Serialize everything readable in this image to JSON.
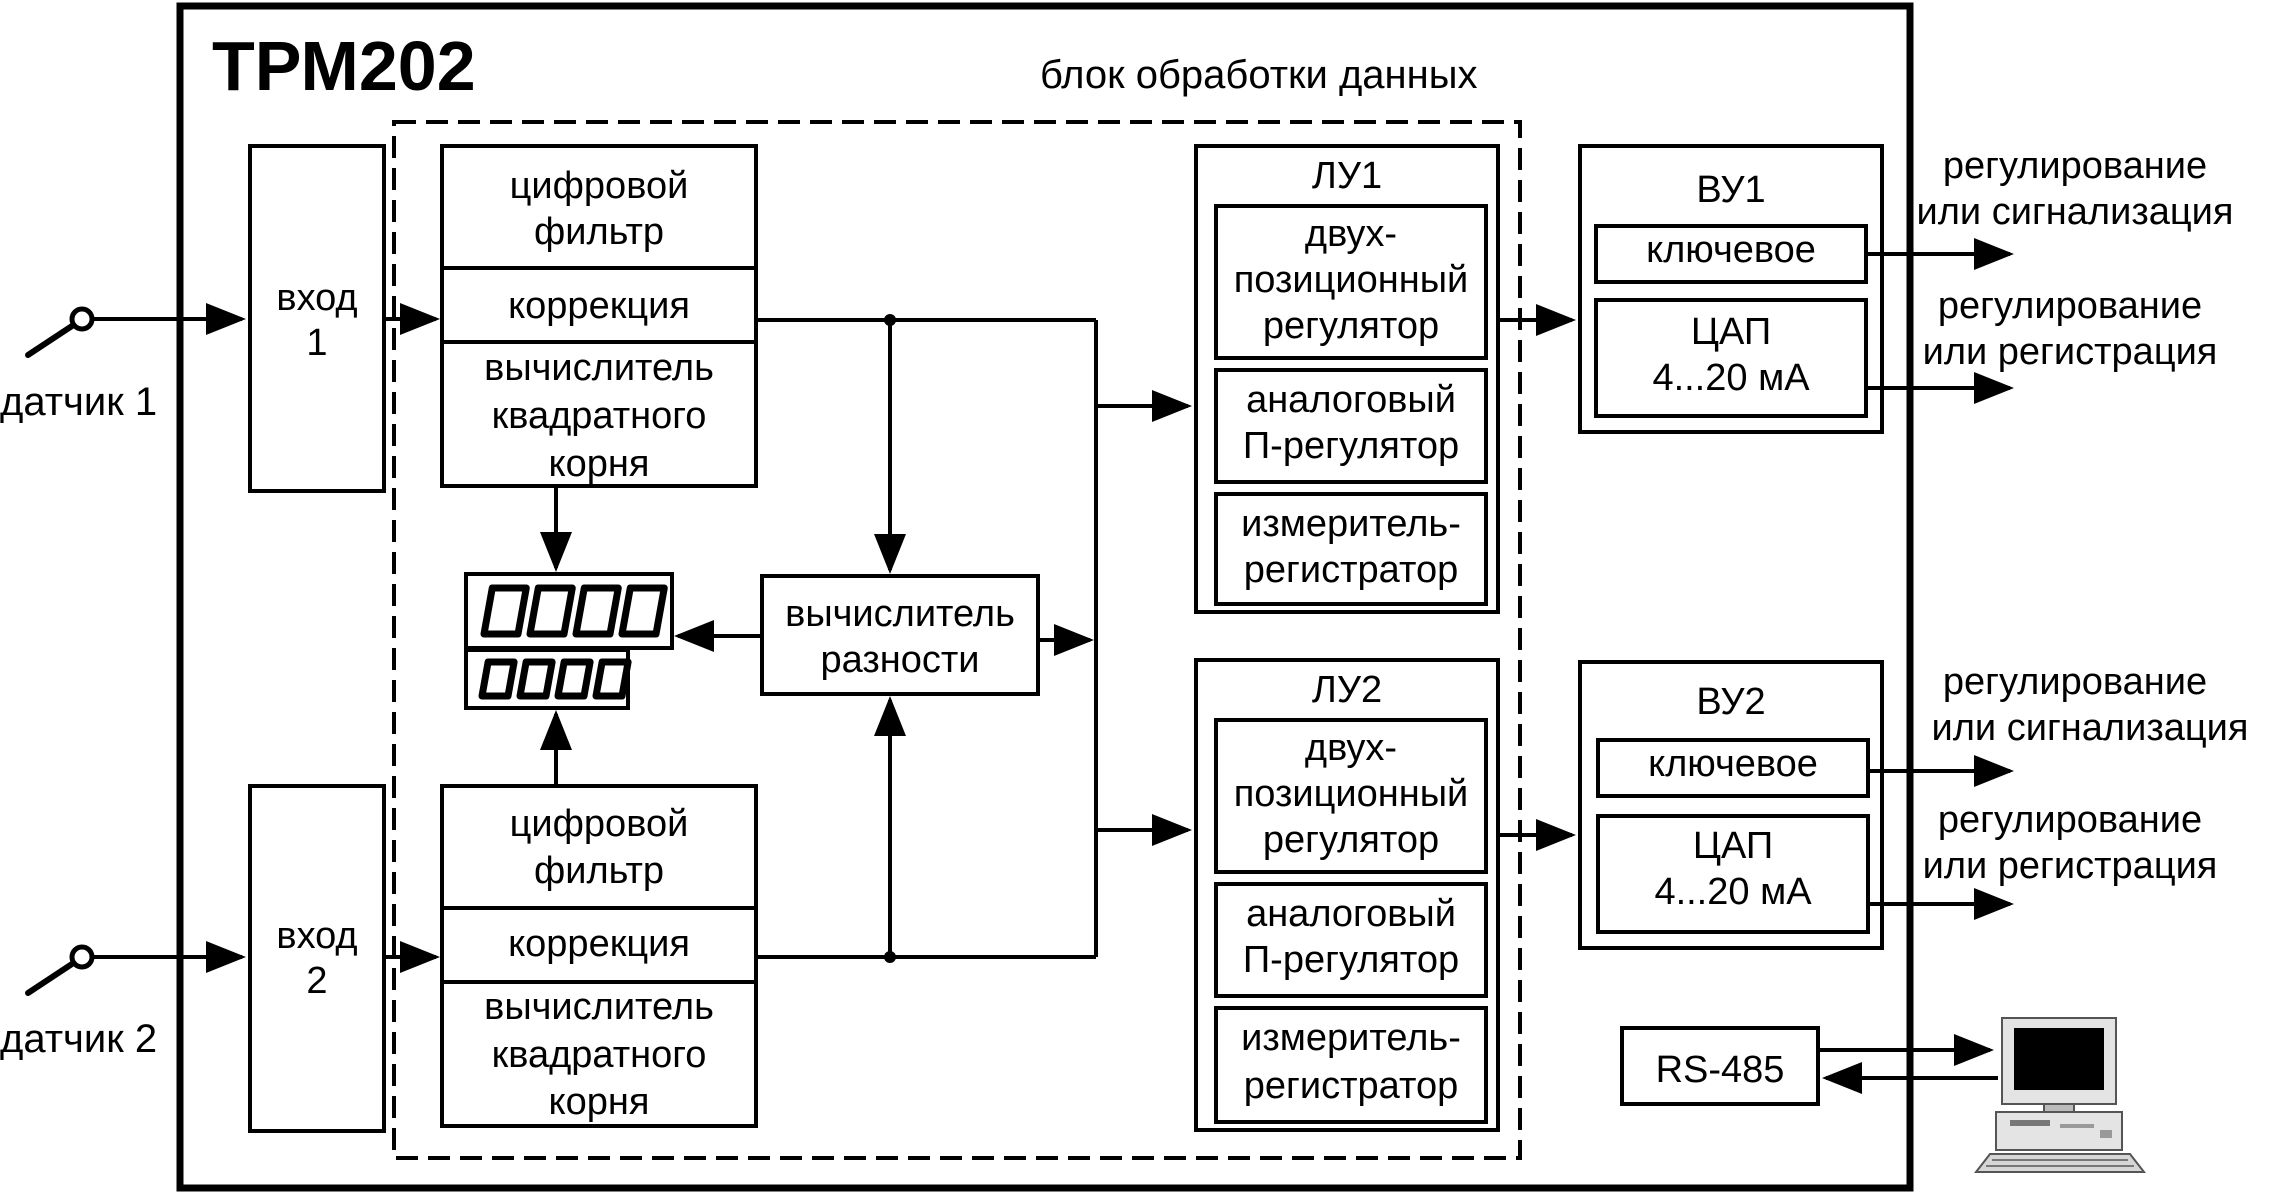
{
  "device": {
    "title": "ТРМ202"
  },
  "processing_block": {
    "label": "блок обработки данных"
  },
  "sensors": [
    {
      "label": "датчик 1"
    },
    {
      "label": "датчик 2"
    }
  ],
  "inputs": [
    {
      "line1": "вход",
      "line2": "1"
    },
    {
      "line1": "вход",
      "line2": "2"
    }
  ],
  "channels": [
    {
      "filter": {
        "line1": "цифровой",
        "line2": "фильтр"
      },
      "correction": "коррекция",
      "sqrt": {
        "line1": "вычислитель",
        "line2": "квадратного",
        "line3": "корня"
      }
    },
    {
      "filter": {
        "line1": "цифровой",
        "line2": "фильтр"
      },
      "correction": "коррекция",
      "sqrt": {
        "line1": "вычислитель",
        "line2": "квадратного",
        "line3": "корня"
      }
    }
  ],
  "display": {
    "top": "0000",
    "bottom": "0000"
  },
  "difference": {
    "line1": "вычислитель",
    "line2": "разности"
  },
  "logic_units": [
    {
      "title": "ЛУ1",
      "two_position": {
        "line1": "двух-",
        "line2": "позиционный",
        "line3": "регулятор"
      },
      "analog": {
        "line1": "аналоговый",
        "line2": "П-регулятор"
      },
      "meter": {
        "line1": "измеритель-",
        "line2": "регистратор"
      }
    },
    {
      "title": "ЛУ2",
      "two_position": {
        "line1": "двух-",
        "line2": "позиционный",
        "line3": "регулятор"
      },
      "analog": {
        "line1": "аналоговый",
        "line2": "П-регулятор"
      },
      "meter": {
        "line1": "измеритель-",
        "line2": "регистратор"
      }
    }
  ],
  "output_units": [
    {
      "title": "ВУ1",
      "key": "ключевое",
      "dac": {
        "line1": "ЦАП",
        "line2": "4...20 мА"
      },
      "out1": {
        "line1": "регулирование",
        "line2": "или сигнализация"
      },
      "out2": {
        "line1": "регулирование",
        "line2": "или регистрация"
      }
    },
    {
      "title": "ВУ2",
      "key": "ключевое",
      "dac": {
        "line1": "ЦАП",
        "line2": "4...20 мА"
      },
      "out1": {
        "line1": "регулирование",
        "line2": "или сигнализация"
      },
      "out2": {
        "line1": "регулирование",
        "line2": "или регистрация"
      }
    }
  ],
  "interface": {
    "label": "RS-485"
  },
  "icons": {
    "pc": "computer-icon",
    "sensor": "sensor-probe-icon"
  }
}
